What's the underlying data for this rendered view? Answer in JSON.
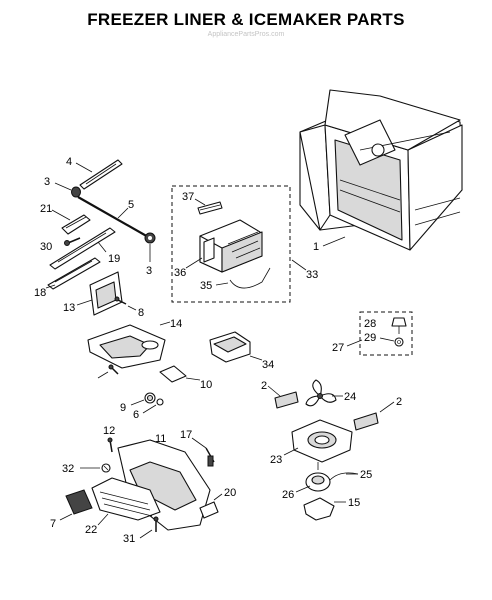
{
  "header": {
    "title": "FREEZER LINER & ICEMAKER PARTS",
    "watermark": "AppliancePartsPros.com"
  },
  "callouts": {
    "c1": "1",
    "c2a": "2",
    "c2b": "2",
    "c3a": "3",
    "c3b": "3",
    "c4": "4",
    "c5": "5",
    "c6": "6",
    "c7": "7",
    "c8": "8",
    "c9": "9",
    "c10": "10",
    "c11": "11",
    "c12": "12",
    "c13": "13",
    "c14": "14",
    "c15": "15",
    "c17": "17",
    "c18": "18",
    "c19": "19",
    "c20": "20",
    "c21": "21",
    "c22": "22",
    "c23": "23",
    "c24": "24",
    "c25": "25",
    "c26": "26",
    "c27": "27",
    "c28": "28",
    "c29": "29",
    "c30": "30",
    "c31": "31",
    "c32": "32",
    "c33": "33",
    "c34": "34",
    "c35": "35",
    "c36": "36",
    "c37": "37"
  }
}
